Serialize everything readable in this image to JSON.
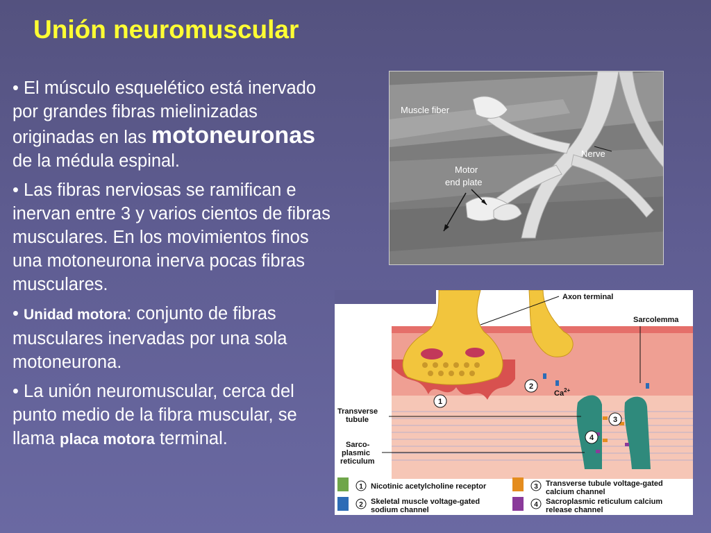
{
  "slide": {
    "title": "Unión neuromuscular",
    "bullets": {
      "b1_part1": "• El músculo esquelético está inervado por grandes fibras mielinizadas originadas en las ",
      "b1_big": "motoneuronas",
      "b1_part2": " de la médula espinal.",
      "b2": "• Las fibras nerviosas se ramifican e inervan entre 3 y varios cientos de fibras musculares. En los movimientos finos una motoneurona inerva pocas fibras musculares.",
      "b3_prefix": "• ",
      "b3_bold": "Unidad motora",
      "b3_rest": ": conjunto de fibras musculares inervadas por una sola motoneurona.",
      "b4_part1": "• La unión neuromuscular, cerca del punto medio de la fibra muscular, se llama ",
      "b4_bold": "placa motora",
      "b4_part2": " terminal."
    }
  },
  "photo": {
    "label_muscle_fiber": "Muscle fiber",
    "label_nerve": "Nerve",
    "label_motor": "Motor",
    "label_end_plate": "end plate"
  },
  "diagram": {
    "axon_terminal": "Axon terminal",
    "sarcolemma": "Sarcolemma",
    "ca": "Ca",
    "ca_sup": "2+",
    "transverse_1": "Transverse",
    "transverse_2": "tubule",
    "sarco_1": "Sarco-",
    "sarco_2": "plasmic",
    "sarco_3": "reticulum",
    "num1": "1",
    "num2": "2",
    "num3": "3",
    "num4": "4",
    "legend": {
      "l1": "Nicotinic acetylcholine receptor",
      "l2a": "Skeletal muscle voltage-gated",
      "l2b": "sodium channel",
      "l3a": "Transverse tubule voltage-gated",
      "l3b": "calcium channel",
      "l4a": "Sacroplasmic reticulum calcium",
      "l4b": "release channel"
    }
  },
  "colors": {
    "title": "#ffff33",
    "background": "#5f5d92",
    "text": "#ffffff"
  }
}
